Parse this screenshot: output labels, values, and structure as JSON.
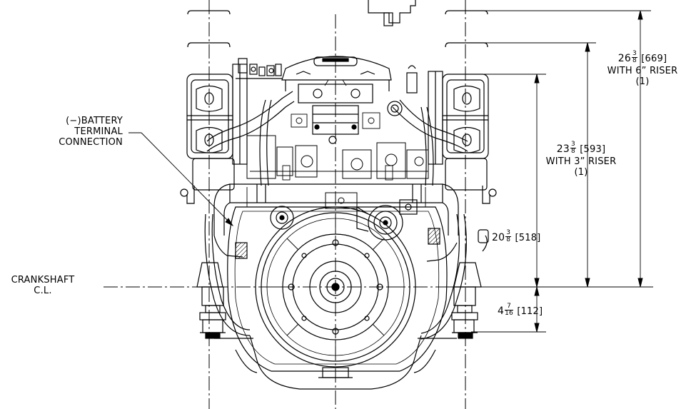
{
  "labels": {
    "battery": [
      "(−)BATTERY",
      "TERMINAL",
      "CONNECTION"
    ],
    "crankshaft": [
      "CRANKSHAFT",
      "C.L."
    ]
  },
  "dimensions": {
    "d669": {
      "whole": "26",
      "num": "3",
      "den": "8",
      "metric": "[669]",
      "note": "WITH 6” RISER",
      "ref": "(1)"
    },
    "d593": {
      "whole": "23",
      "num": "3",
      "den": "8",
      "metric": "[593]",
      "note": "WITH 3” RISER",
      "ref": "(1)"
    },
    "d518": {
      "whole": "20",
      "num": "3",
      "den": "8",
      "metric": "[518]"
    },
    "d112": {
      "whole": "4",
      "num": "7",
      "den": "16",
      "metric": "[112]"
    }
  },
  "colors": {
    "line": "#000000",
    "background": "#ffffff"
  }
}
